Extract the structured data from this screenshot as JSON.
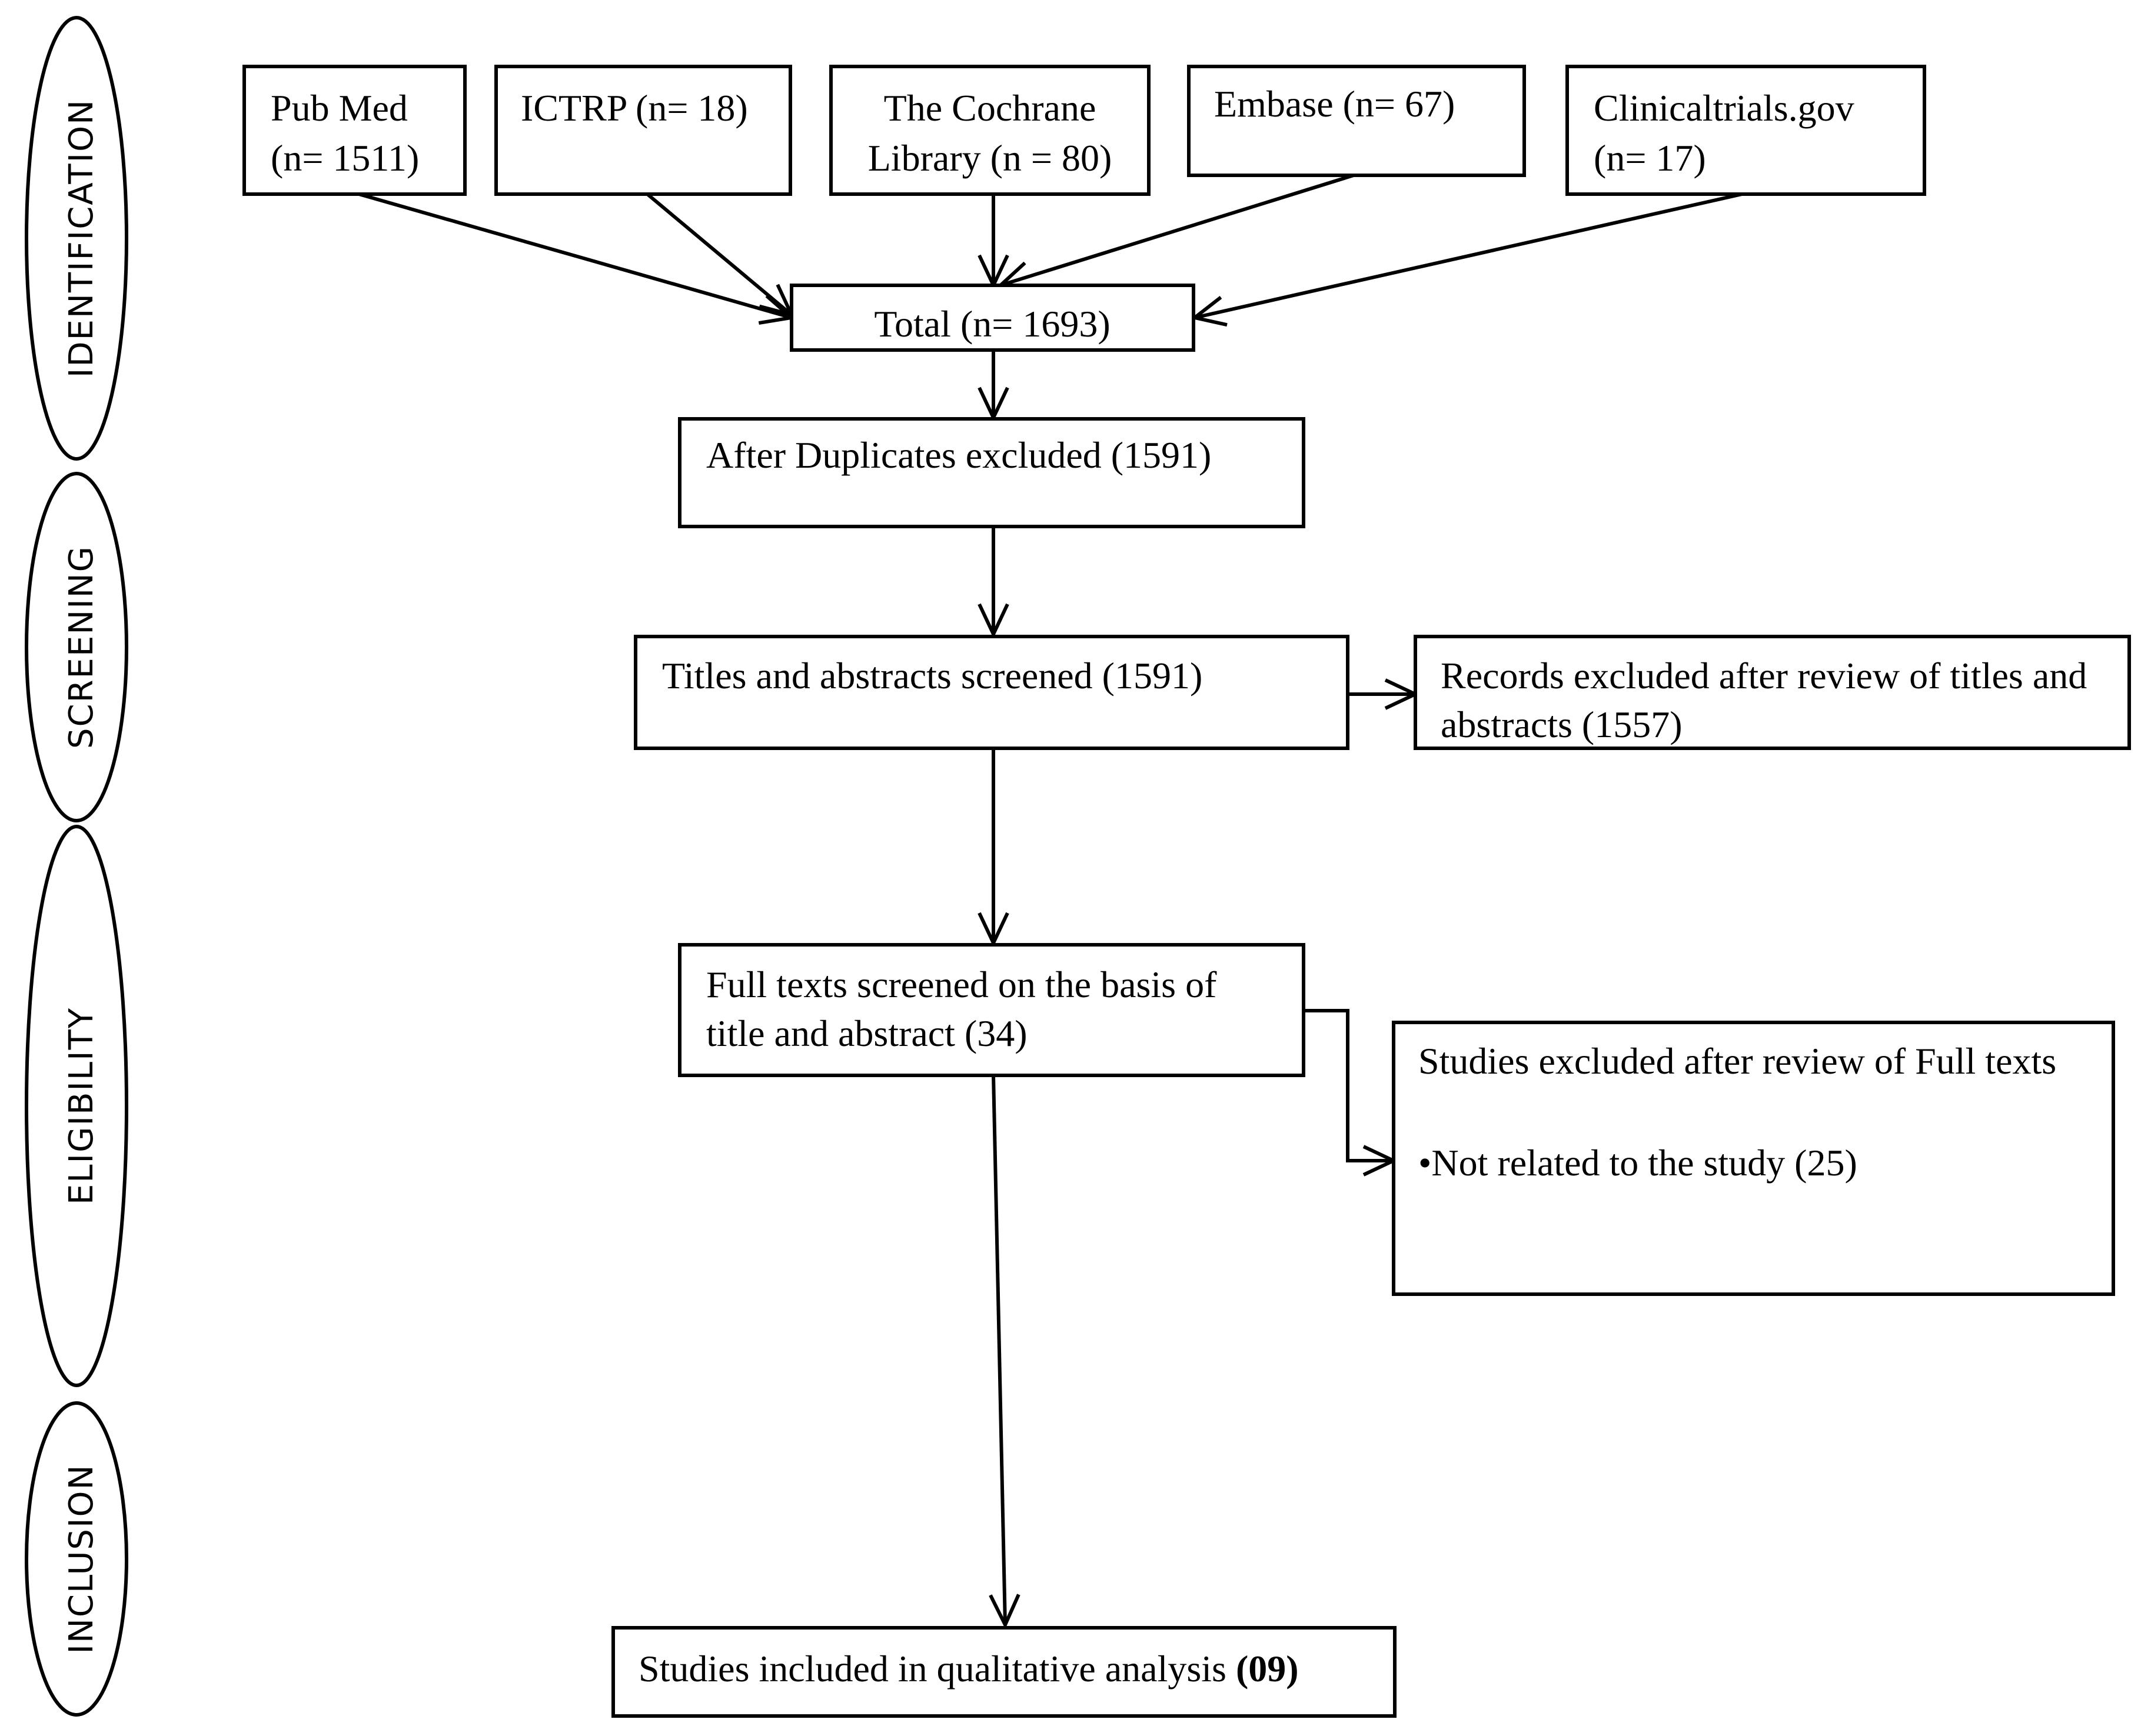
{
  "stages": {
    "identification": "IDENTIFICATION",
    "screening": "SCREENING",
    "eligibility": "ELIGIBILITY",
    "inclusion": "INCLUSION"
  },
  "sources": {
    "pubmed": [
      "Pub Med",
      "(n= 1511)"
    ],
    "ictrp": [
      "ICTRP (n= 18)"
    ],
    "cochrane": [
      "The Cochrane",
      "Library (n = 80)"
    ],
    "embase": [
      "Embase (n= 67)"
    ],
    "clinicaltrials": [
      "Clinicaltrials.gov",
      "(n= 17)"
    ]
  },
  "total": "Total (n= 1693)",
  "duplicates": "After Duplicates excluded (1591)",
  "screened": "Titles  and abstracts screened (1591)",
  "excluded_records": [
    "Records excluded after review of titles and",
    "abstracts (1557)"
  ],
  "fulltext": [
    "Full texts screened on the basis of",
    "title and abstract (34)"
  ],
  "excluded_studies": {
    "title": "Studies excluded after review of Full texts",
    "reason": "•Not related to the study (25)"
  },
  "included": {
    "label": "Studies included in qualitative analysis ",
    "count": "(09)"
  }
}
